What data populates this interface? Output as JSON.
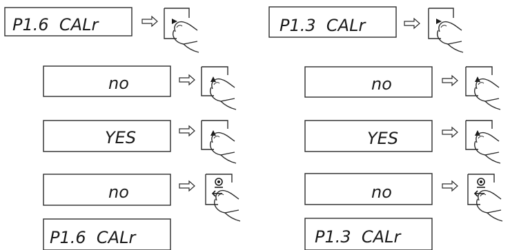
{
  "left": {
    "steps": [
      {
        "display": "P1.6  CALr",
        "key_icon": "right-arrow-key-icon"
      },
      {
        "display": "no",
        "key_icon": "up-arrow-key-icon"
      },
      {
        "display": "YES",
        "key_icon": "up-arrow-key-icon"
      },
      {
        "display": "no",
        "key_icon": "enter-key-icon"
      },
      {
        "display": "P1.6  CALr"
      }
    ]
  },
  "right": {
    "steps": [
      {
        "display": "P1.3  CALr",
        "key_icon": "right-arrow-key-icon"
      },
      {
        "display": "no",
        "key_icon": "up-arrow-key-icon"
      },
      {
        "display": "YES",
        "key_icon": "up-arrow-key-icon"
      },
      {
        "display": "no",
        "key_icon": "enter-key-icon"
      },
      {
        "display": "P1.3  CALr"
      }
    ]
  },
  "colors": {
    "line": "#2a2a2a",
    "text": "#1a1a1a",
    "background": "#ffffff"
  }
}
